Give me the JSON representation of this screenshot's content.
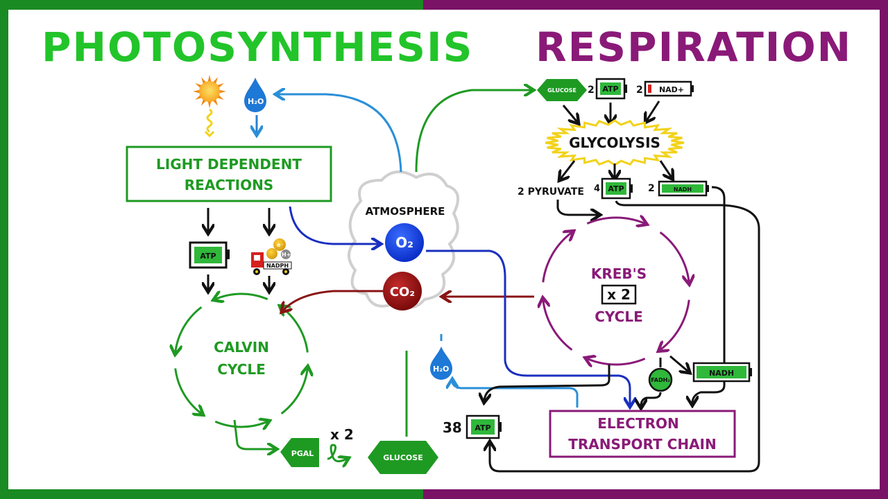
{
  "panels": {
    "left": {
      "title": "PHOTOSYNTHESIS",
      "border_color": "#1a8a22",
      "title_color": "#22c42a"
    },
    "right": {
      "title": "RESPIRATION",
      "border_color": "#7a1266",
      "title_color": "#8a1a78"
    }
  },
  "photosynthesis": {
    "sun": "sun-icon",
    "water_top": "H₂O",
    "light_reactions": [
      "LIGHT DEPENDENT",
      "REACTIONS"
    ],
    "atp": "ATP",
    "nadph": "NADPH",
    "electron": "e⁻",
    "proton": "H+",
    "calvin": [
      "CALVIN",
      "CYCLE"
    ],
    "pgal": "PGAL",
    "multiplier": "x 2",
    "glucose": "GLUCOSE"
  },
  "atmosphere": {
    "label": "ATMOSPHERE",
    "o2": "O₂",
    "co2": "CO₂",
    "water": "H₂O"
  },
  "respiration": {
    "glucose": "GLUCOSE",
    "atp_in_count": "2",
    "atp": "ATP",
    "nad_count": "2",
    "nad": "NAD+",
    "glycolysis": "GLYCOLYSIS",
    "pyruvate": "2 PYRUVATE",
    "atp_out_count": "4",
    "nadh_count": "2",
    "nadh": "NADH",
    "krebs": [
      "KREB'S",
      "x 2",
      "CYCLE"
    ],
    "fadh2": "FADH₂",
    "etc": [
      "ELECTRON",
      "TRANSPORT CHAIN"
    ],
    "total_atp_count": "38"
  }
}
